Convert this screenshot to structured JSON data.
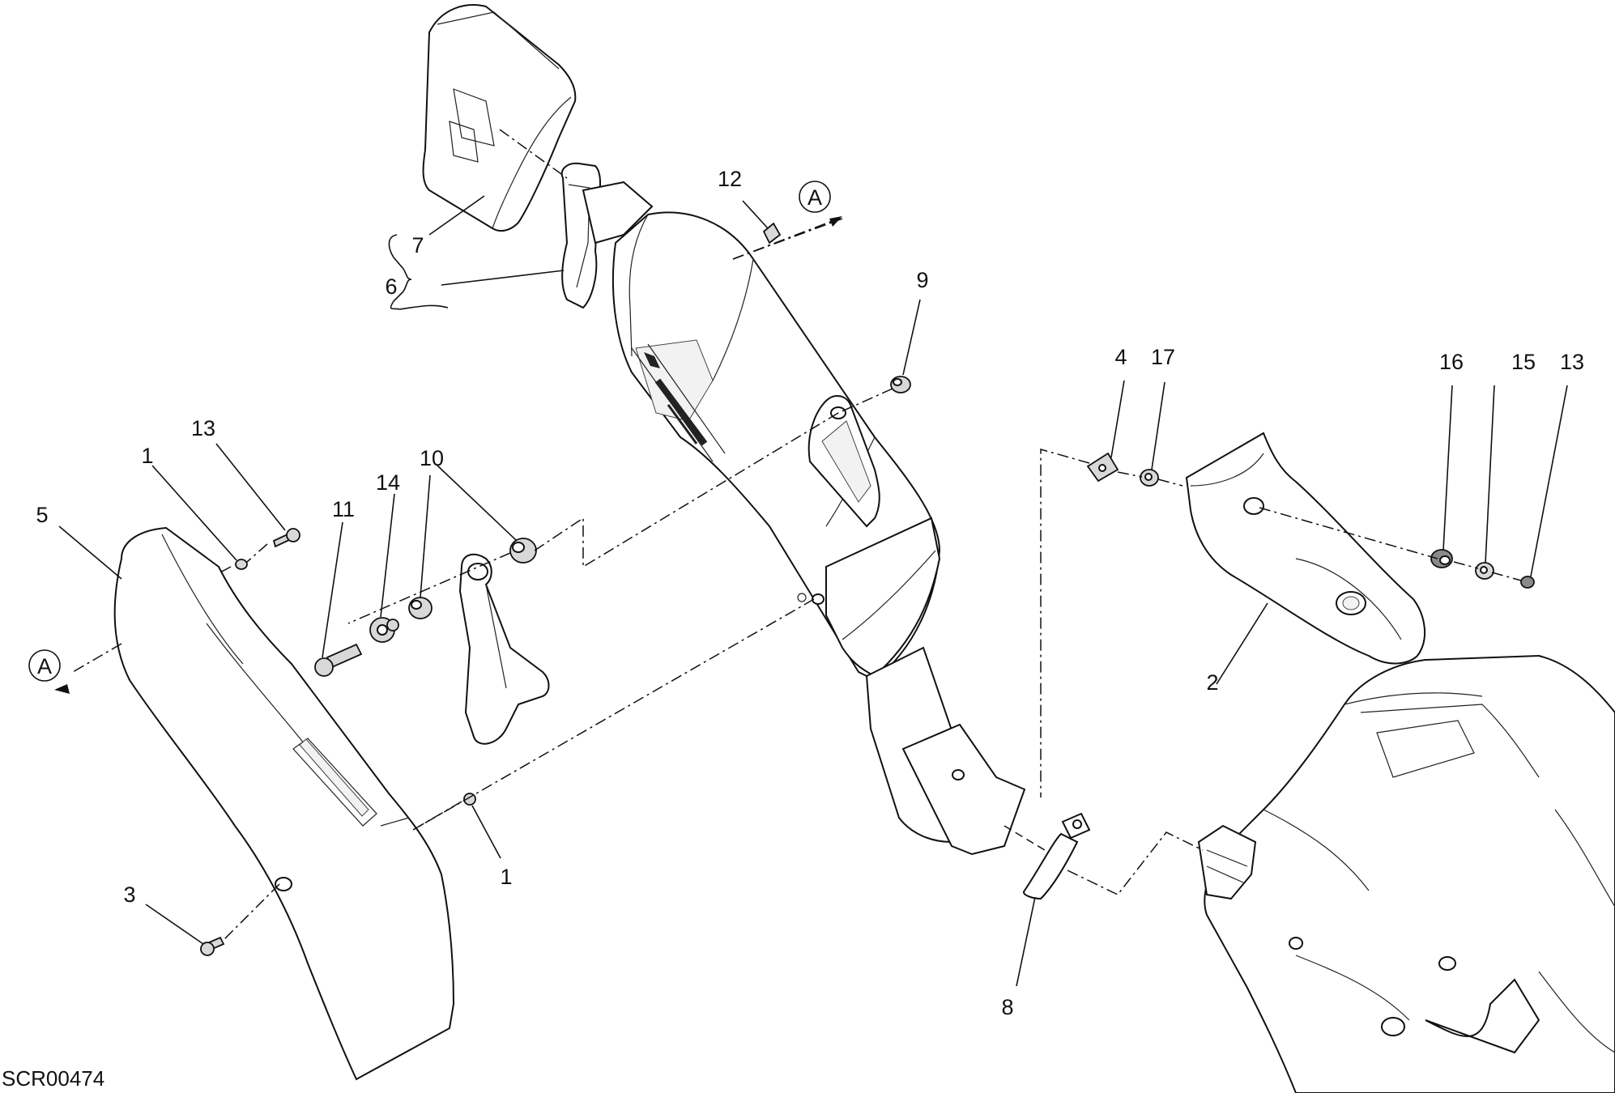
{
  "drawing_code": "SCR00474",
  "view_marker": "A",
  "callouts": [
    {
      "id": "c7",
      "text": "7"
    },
    {
      "id": "c6",
      "text": "6"
    },
    {
      "id": "c12",
      "text": "12"
    },
    {
      "id": "c9",
      "text": "9"
    },
    {
      "id": "c4",
      "text": "4"
    },
    {
      "id": "c17",
      "text": "17"
    },
    {
      "id": "c16",
      "text": "16"
    },
    {
      "id": "c15",
      "text": "15"
    },
    {
      "id": "c13a",
      "text": "13"
    },
    {
      "id": "c13b",
      "text": "13"
    },
    {
      "id": "c1a",
      "text": "1"
    },
    {
      "id": "c10",
      "text": "10"
    },
    {
      "id": "c14",
      "text": "14"
    },
    {
      "id": "c11",
      "text": "11"
    },
    {
      "id": "c5",
      "text": "5"
    },
    {
      "id": "c2",
      "text": "2"
    },
    {
      "id": "c1b",
      "text": "1"
    },
    {
      "id": "c3",
      "text": "3"
    },
    {
      "id": "c8",
      "text": "8"
    }
  ]
}
